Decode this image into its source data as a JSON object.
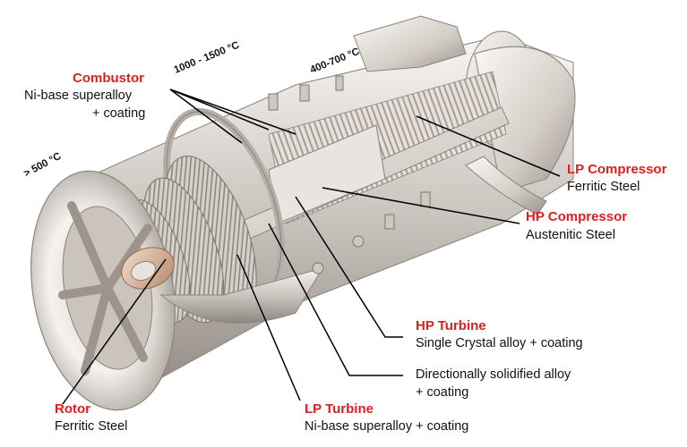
{
  "temperatures": {
    "t1": "1000 - 1500 °C",
    "t2": "400-700 °C",
    "t3": "> 500 °C"
  },
  "components": {
    "combustor": {
      "name": "Combustor",
      "material_line1": "Ni-base superalloy",
      "material_line2": "+ coating"
    },
    "lp_compressor": {
      "name": "LP Compressor",
      "material": "Ferritic Steel"
    },
    "hp_compressor": {
      "name": "HP Compressor",
      "material": "Austenitic Steel"
    },
    "hp_turbine": {
      "name": "HP Turbine",
      "material": "Single Crystal alloy + coating"
    },
    "ds_blade": {
      "material_line1": "Directionally solidified alloy",
      "material_line2": "+ coating"
    },
    "rotor": {
      "name": "Rotor",
      "material": "Ferritic Steel"
    },
    "lp_turbine": {
      "name": "LP Turbine",
      "material": "Ni-base superalloy + coating"
    }
  },
  "colors": {
    "label_red": "#e01e1e",
    "text": "#111111",
    "metal_light": "#e9e6e2",
    "metal_dark": "#8c8682",
    "leader": "#000000"
  }
}
